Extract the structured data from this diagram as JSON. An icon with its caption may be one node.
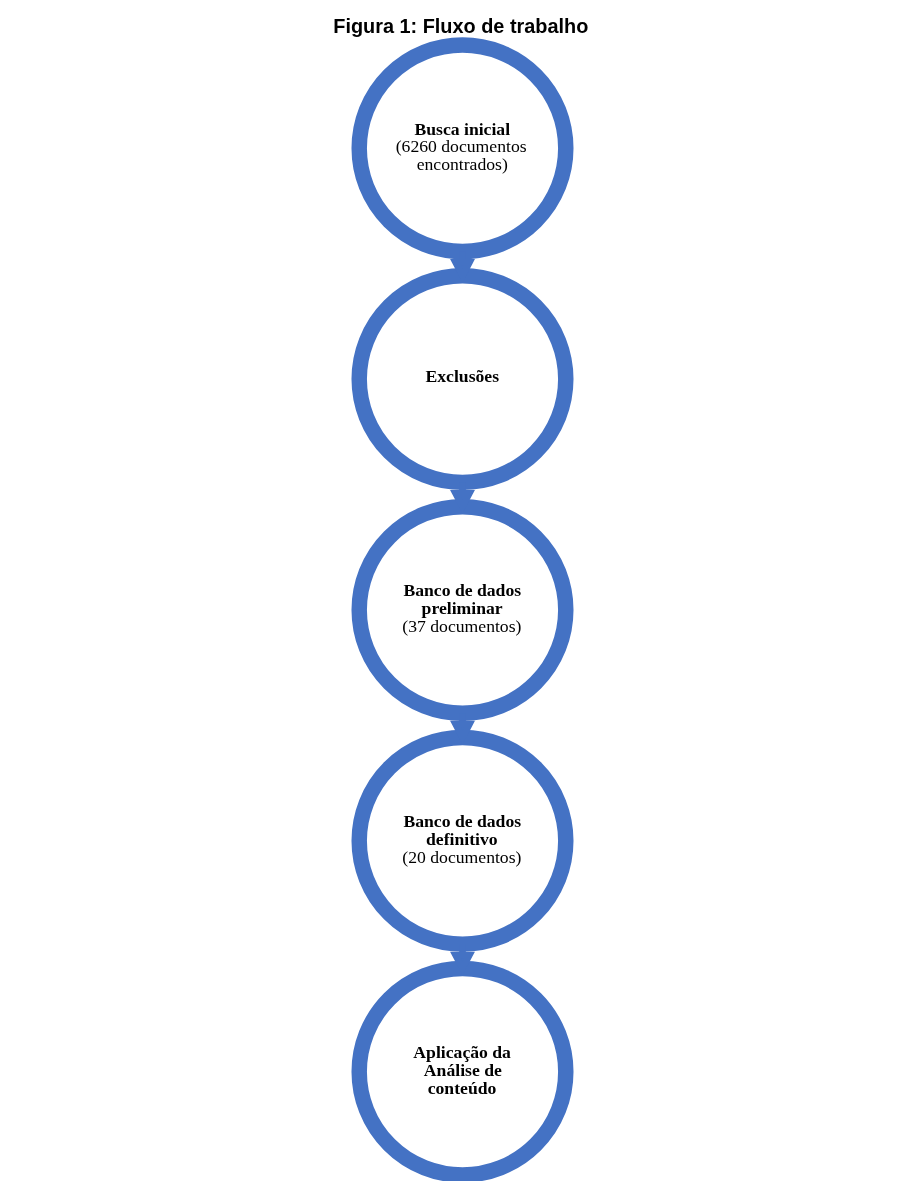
{
  "diagram": {
    "title": "Figura 1: Fluxo de trabalho",
    "nodes": [
      {
        "text": [
          "Busca inicial",
          "(6260 documentos encontrados)"
        ]
      },
      {
        "text": [
          "Exclusões"
        ]
      },
      {
        "text": [
          "Banco de dados preliminar",
          "(37 documentos)"
        ]
      },
      {
        "text": [
          "Banco de dados definitivo",
          "(20 documentos)"
        ]
      },
      {
        "text": [
          "Aplicação da Análise de conteúdo"
        ]
      }
    ],
    "edges": [
      {
        "from": 0,
        "to": 1,
        "arrow": "to"
      },
      {
        "from": 1,
        "to": 2,
        "arrow": "to"
      },
      {
        "from": 2,
        "to": 3,
        "arrow": "to"
      },
      {
        "from": 3,
        "to": 4,
        "arrow": "to"
      }
    ]
  }
}
